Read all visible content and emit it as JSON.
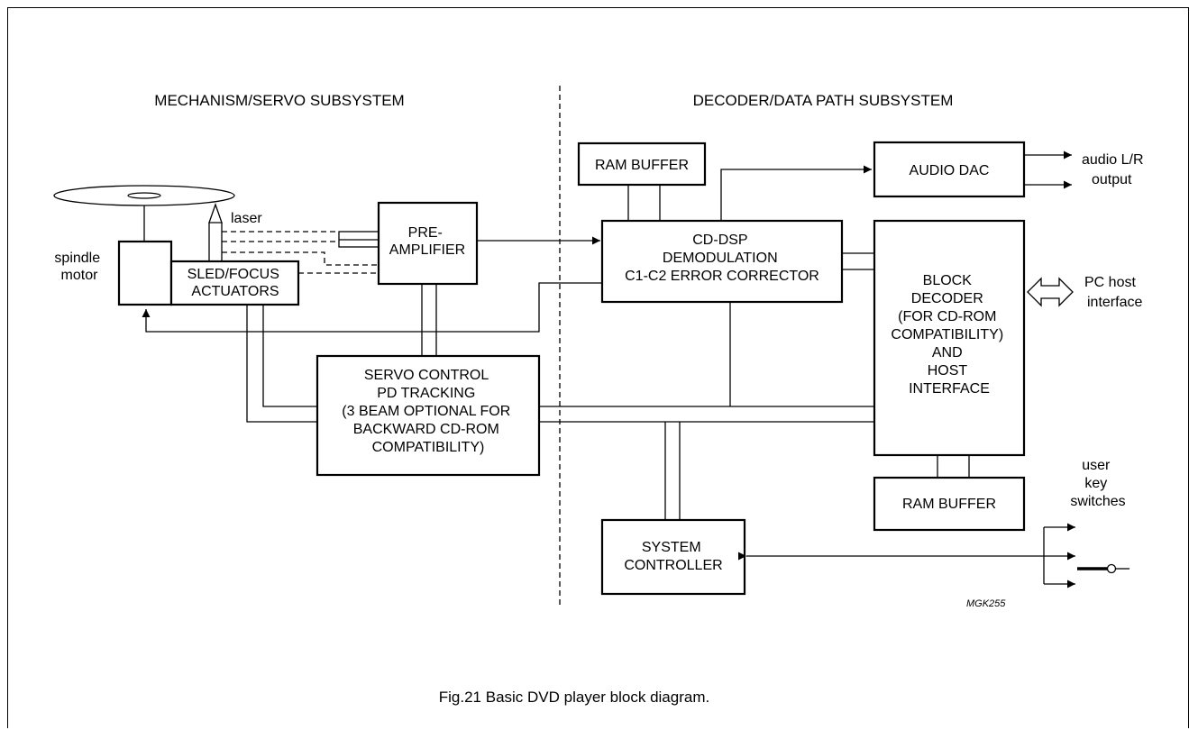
{
  "sections": {
    "left": "MECHANISM/SERVO SUBSYSTEM",
    "right": "DECODER/DATA PATH SUBSYSTEM"
  },
  "blocks": {
    "ram_buffer_top": [
      "RAM BUFFER"
    ],
    "audio_dac": [
      "AUDIO DAC"
    ],
    "preamp": [
      "PRE-",
      "AMPLIFIER"
    ],
    "cd_dsp": [
      "CD-DSP",
      "DEMODULATION",
      "C1-C2 ERROR CORRECTOR"
    ],
    "sled_focus": [
      "SLED/FOCUS",
      "ACTUATORS"
    ],
    "block_decoder": [
      "BLOCK",
      "DECODER",
      "(FOR CD-ROM",
      "COMPATIBILITY)",
      "AND",
      "HOST",
      "INTERFACE"
    ],
    "servo_control": [
      "SERVO CONTROL",
      "PD TRACKING",
      "(3 BEAM OPTIONAL FOR",
      "BACKWARD CD-ROM",
      "COMPATIBILITY)"
    ],
    "ram_buffer_bottom": [
      "RAM BUFFER"
    ],
    "system_controller": [
      "SYSTEM",
      "CONTROLLER"
    ]
  },
  "labels": {
    "laser": "laser",
    "spindle_motor": [
      "spindle",
      "motor"
    ],
    "audio_output": [
      "audio L/R",
      "output"
    ],
    "pc_host": [
      "PC host",
      "interface"
    ],
    "user_keys": [
      "user",
      "key",
      "switches"
    ]
  },
  "figure_code": "MGK255",
  "caption": "Fig.21  Basic DVD player block diagram."
}
